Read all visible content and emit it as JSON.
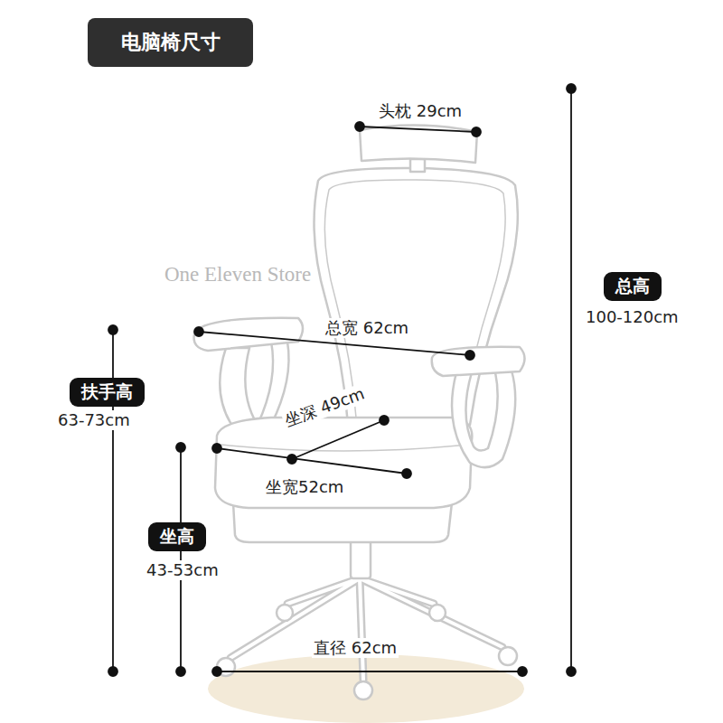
{
  "diagram": {
    "title": "电脑椅尺寸",
    "nodes": [
      {
        "text": [
          "总高"
        ]
      },
      {
        "text": [
          "扶手高"
        ]
      },
      {
        "text": [
          "坐高"
        ]
      }
    ],
    "labels": [
      "头枕 29cm",
      "One Eleven Store",
      "总宽 62cm",
      "坐深 49cm",
      "坐宽52cm",
      "直径 62cm",
      "100-120cm",
      "63-73cm",
      "43-53cm"
    ]
  }
}
